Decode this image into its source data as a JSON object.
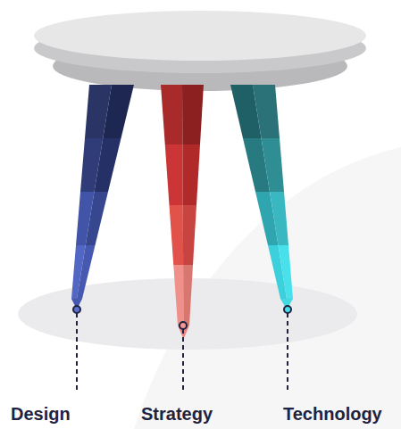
{
  "diagram": {
    "labels": [
      "Design",
      "Strategy",
      "Technology"
    ]
  }
}
